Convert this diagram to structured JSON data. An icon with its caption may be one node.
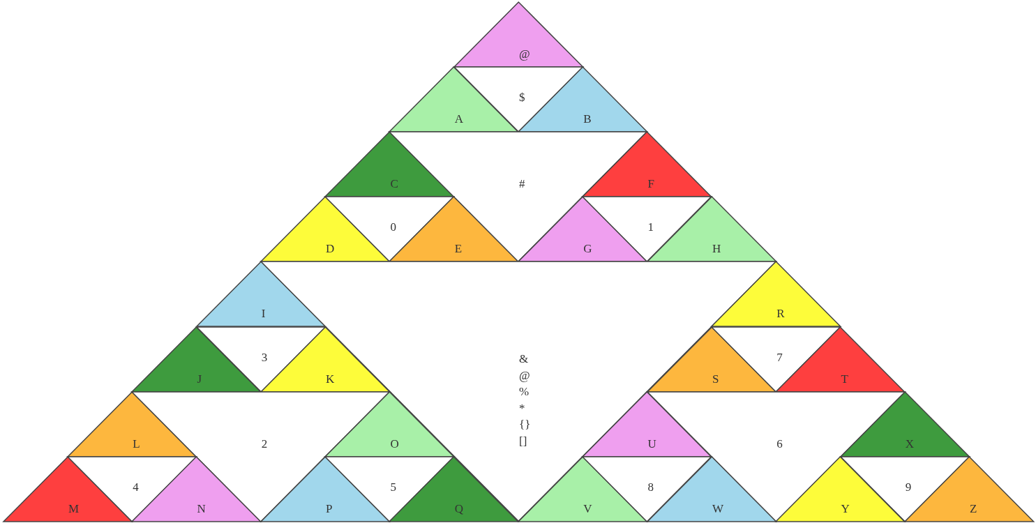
{
  "diagram": {
    "nodes": [
      {
        "text": [
          "@"
        ]
      },
      {
        "text": [
          "A"
        ]
      },
      {
        "text": [
          "$"
        ]
      },
      {
        "text": [
          "B"
        ]
      },
      {
        "text": [
          "C"
        ]
      },
      {
        "text": [
          "#"
        ]
      },
      {
        "text": [
          "F"
        ]
      },
      {
        "text": [
          "D"
        ]
      },
      {
        "text": [
          "0"
        ]
      },
      {
        "text": [
          "E"
        ]
      },
      {
        "text": [
          "G"
        ]
      },
      {
        "text": [
          "1"
        ]
      },
      {
        "text": [
          "H"
        ]
      },
      {
        "text": [
          "I"
        ]
      },
      {
        "text": [
          "& @ % * {} []"
        ]
      },
      {
        "text": [
          "R"
        ]
      },
      {
        "text": [
          "J"
        ]
      },
      {
        "text": [
          "3"
        ]
      },
      {
        "text": [
          "K"
        ]
      },
      {
        "text": [
          "S"
        ]
      },
      {
        "text": [
          "7"
        ]
      },
      {
        "text": [
          "T"
        ]
      },
      {
        "text": [
          "L"
        ]
      },
      {
        "text": [
          "2"
        ]
      },
      {
        "text": [
          "O"
        ]
      },
      {
        "text": [
          "U"
        ]
      },
      {
        "text": [
          "6"
        ]
      },
      {
        "text": [
          "X"
        ]
      },
      {
        "text": [
          "M"
        ]
      },
      {
        "text": [
          "4"
        ]
      },
      {
        "text": [
          "N"
        ]
      },
      {
        "text": [
          "P"
        ]
      },
      {
        "text": [
          "5"
        ]
      },
      {
        "text": [
          "Q"
        ]
      },
      {
        "text": [
          "V"
        ]
      },
      {
        "text": [
          "8"
        ]
      },
      {
        "text": [
          "W"
        ]
      },
      {
        "text": [
          "Y"
        ]
      },
      {
        "text": [
          "9"
        ]
      },
      {
        "text": [
          "Z"
        ]
      }
    ]
  }
}
